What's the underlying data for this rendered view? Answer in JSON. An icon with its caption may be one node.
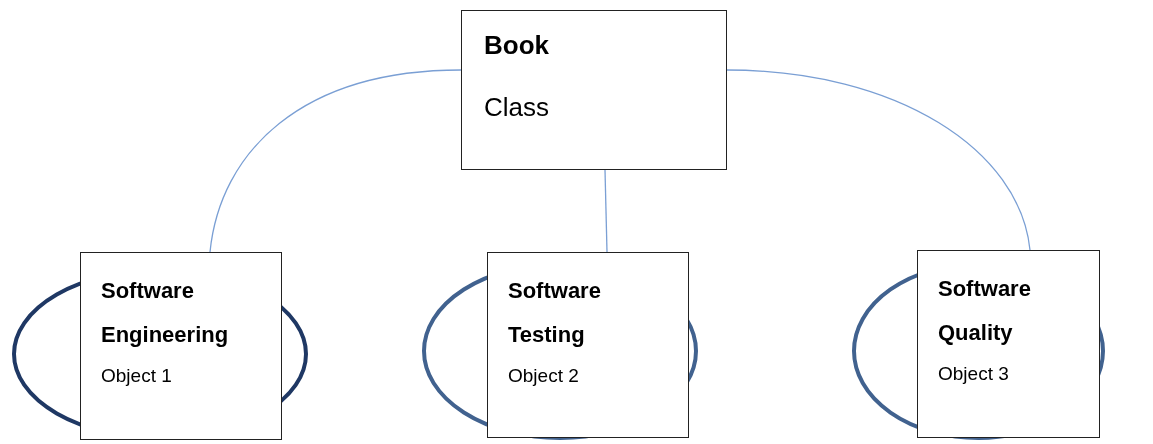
{
  "diagram": {
    "nodes": [
      {
        "text": [
          "Book",
          "Class"
        ]
      },
      {
        "text": [],
        "shape": "circle"
      },
      {
        "text": [
          "Software Engineering",
          "Object 1"
        ]
      },
      {
        "text": [],
        "shape": "circle"
      },
      {
        "text": [
          "Software Testing",
          "Object 2"
        ]
      },
      {
        "text": [],
        "shape": "circle"
      },
      {
        "text": [
          "Software Quality",
          "Object 3"
        ]
      }
    ],
    "edges": [
      {
        "from": 0,
        "to": 2,
        "arrow": "none"
      },
      {
        "from": 0,
        "to": 4,
        "arrow": "none"
      },
      {
        "from": 0,
        "to": 6,
        "arrow": "none"
      }
    ]
  }
}
